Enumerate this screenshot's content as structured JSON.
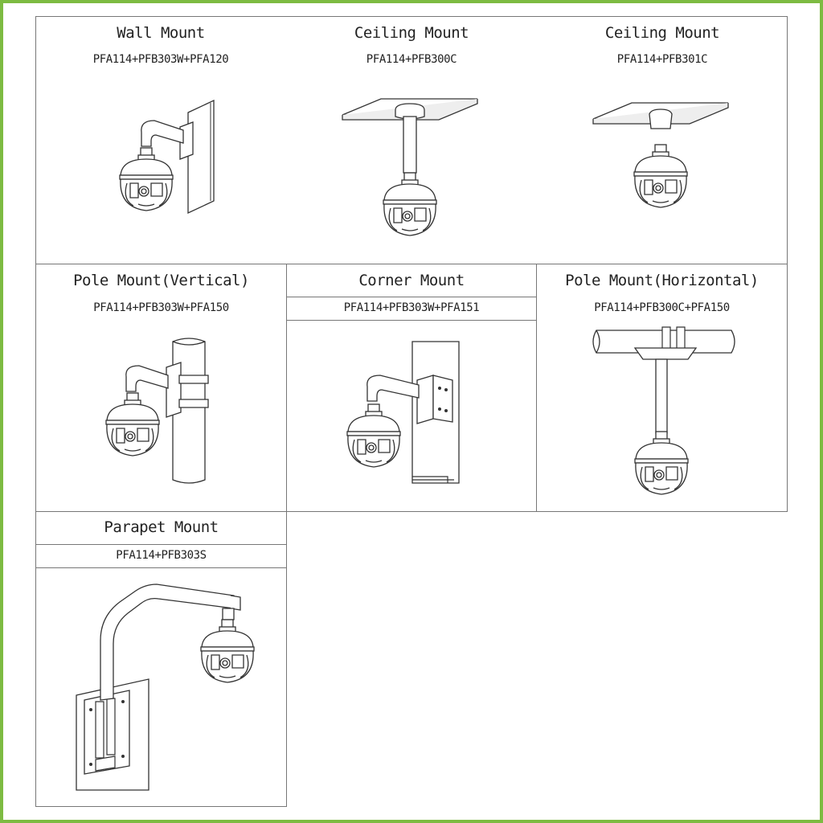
{
  "frame_color": "#7dbb42",
  "mounts": [
    {
      "title": "Wall Mount",
      "code": "PFA114+PFB303W+PFA120",
      "icon": "wall-mount-camera-icon"
    },
    {
      "title": "Ceiling Mount",
      "code": "PFA114+PFB300C",
      "icon": "ceiling-mount-camera-icon"
    },
    {
      "title": "Ceiling Mount",
      "code": "PFA114+PFB301C",
      "icon": "ceiling-mount-short-camera-icon"
    },
    {
      "title": "Pole Mount(Vertical)",
      "code": "PFA114+PFB303W+PFA150",
      "icon": "vertical-pole-mount-camera-icon"
    },
    {
      "title": "Corner Mount",
      "code": "PFA114+PFB303W+PFA151",
      "icon": "corner-mount-camera-icon"
    },
    {
      "title": "Pole Mount(Horizontal)",
      "code": "PFA114+PFB300C+PFA150",
      "icon": "horizontal-pole-mount-camera-icon"
    },
    {
      "title": "Parapet Mount",
      "code": "PFA114+PFB303S",
      "icon": "parapet-mount-camera-icon"
    }
  ]
}
